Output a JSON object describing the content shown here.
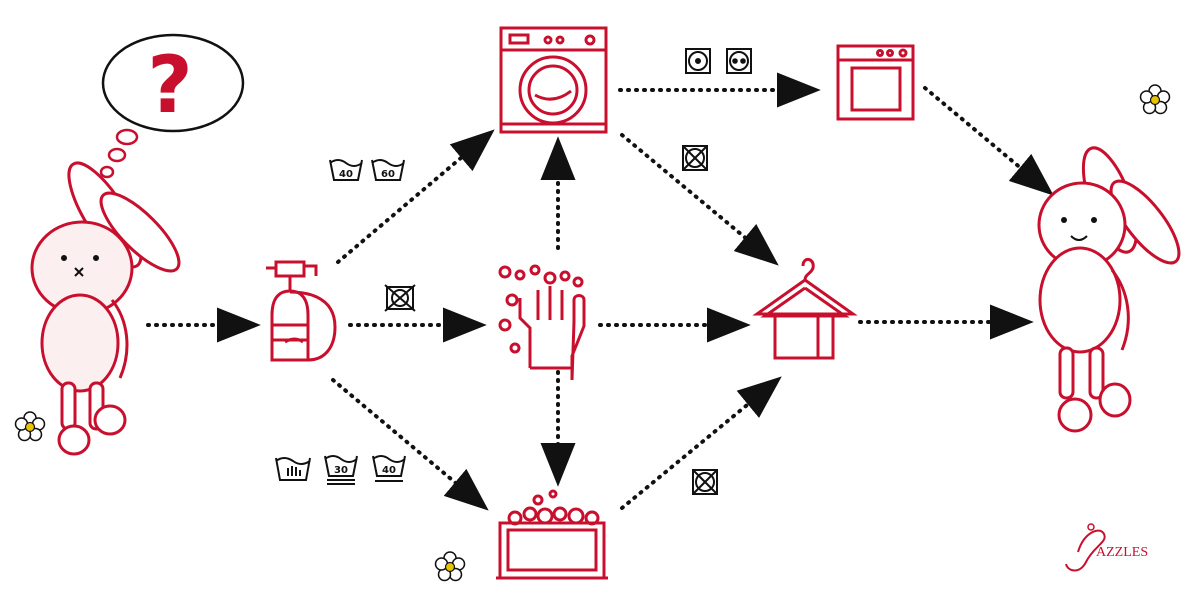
{
  "colors": {
    "accent": "#c8102e",
    "ink": "#111111",
    "flower_center": "#e8c400"
  },
  "thought_bubble": {
    "symbol": "?"
  },
  "care_symbols": {
    "machine_wash": [
      "40",
      "60"
    ],
    "hand_or_gentle_wash": [
      "30",
      "40"
    ]
  },
  "brand": {
    "logo_text": "AZZLES"
  }
}
